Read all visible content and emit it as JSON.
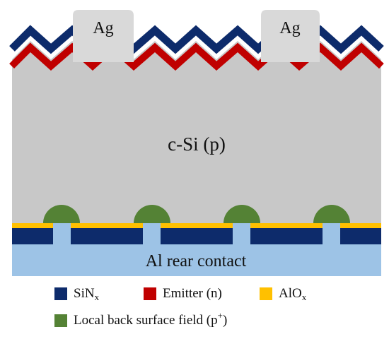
{
  "labels": {
    "ag_left": "Ag",
    "ag_right": "Ag",
    "bulk": "c-Si (p)",
    "rear": "Al rear contact"
  },
  "legend": {
    "sinx": {
      "base": "SiN",
      "sub": "x"
    },
    "emitter": {
      "text": "Emitter (n)"
    },
    "alox": {
      "base": "AlO",
      "sub": "x"
    },
    "lbsf": {
      "base": "Local back surface field (p",
      "sup": "+",
      "tail": ")"
    }
  },
  "colors": {
    "sinx": "#0d2b6b",
    "emitter": "#c00000",
    "silicon": "#c8c8c8",
    "alox": "#ffc000",
    "aluminum": "#9dc3e6",
    "lbsf": "#548235",
    "silver": "#d9d9d9"
  }
}
